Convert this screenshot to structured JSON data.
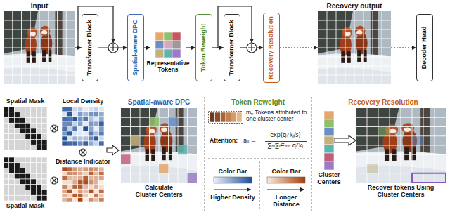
{
  "diagram": {
    "nodes": [
      {
        "text": [
          "Input"
        ]
      },
      {
        "text": [
          "Transformer Block"
        ]
      },
      {
        "text": [
          "Spatial-aware DPC"
        ]
      },
      {
        "text": [
          "Representative Tokens"
        ]
      },
      {
        "text": [
          "Token Reweight"
        ]
      },
      {
        "text": [
          "Transformer Block"
        ]
      },
      {
        "text": [
          "Recovery Resolution"
        ]
      },
      {
        "text": [
          "Recovery output"
        ]
      },
      {
        "text": [
          "Decoder Head"
        ]
      },
      {
        "text": [
          "Spatial Mask"
        ]
      },
      {
        "text": [
          "Local Density"
        ]
      },
      {
        "text": [
          "Spatial Mask"
        ]
      },
      {
        "text": [
          "Distance Indicator"
        ]
      },
      {
        "text": [
          "Calculate Cluster Centers"
        ]
      },
      {
        "text": [
          "mₙ Tokens attributed to one cluster center"
        ]
      },
      {
        "text": [
          "Color Bar",
          "Higher Density"
        ]
      },
      {
        "text": [
          "Color Bar",
          "Longer Distance"
        ]
      },
      {
        "text": [
          "Cluster Centers"
        ]
      },
      {
        "text": [
          "Recover tokens Using Cluster Centers"
        ]
      }
    ],
    "edges": [
      {
        "from": 0,
        "to": 1,
        "arrow": "to"
      },
      {
        "from": 1,
        "to": 2,
        "arrow": "to"
      },
      {
        "from": 2,
        "to": 3,
        "arrow": "to"
      },
      {
        "from": 3,
        "to": 4,
        "arrow": "to"
      },
      {
        "from": 4,
        "to": 5,
        "arrow": "to"
      },
      {
        "from": 5,
        "to": 6,
        "arrow": "to"
      },
      {
        "from": 6,
        "to": 7,
        "arrow": "to"
      },
      {
        "from": 7,
        "to": 8,
        "arrow": "to"
      },
      {
        "from": 17,
        "to": 18,
        "arrow": "to"
      }
    ],
    "labels": [
      "Spatial-aware DPC",
      "Token Reweight",
      "Recovery Resolution",
      "Attention:",
      "aᵢⱼ =",
      "exp(qᵢᵀkⱼ/s)",
      "∑ₘ∑ₗ∈ₘₙ qₗᵀkⱼ"
    ]
  }
}
